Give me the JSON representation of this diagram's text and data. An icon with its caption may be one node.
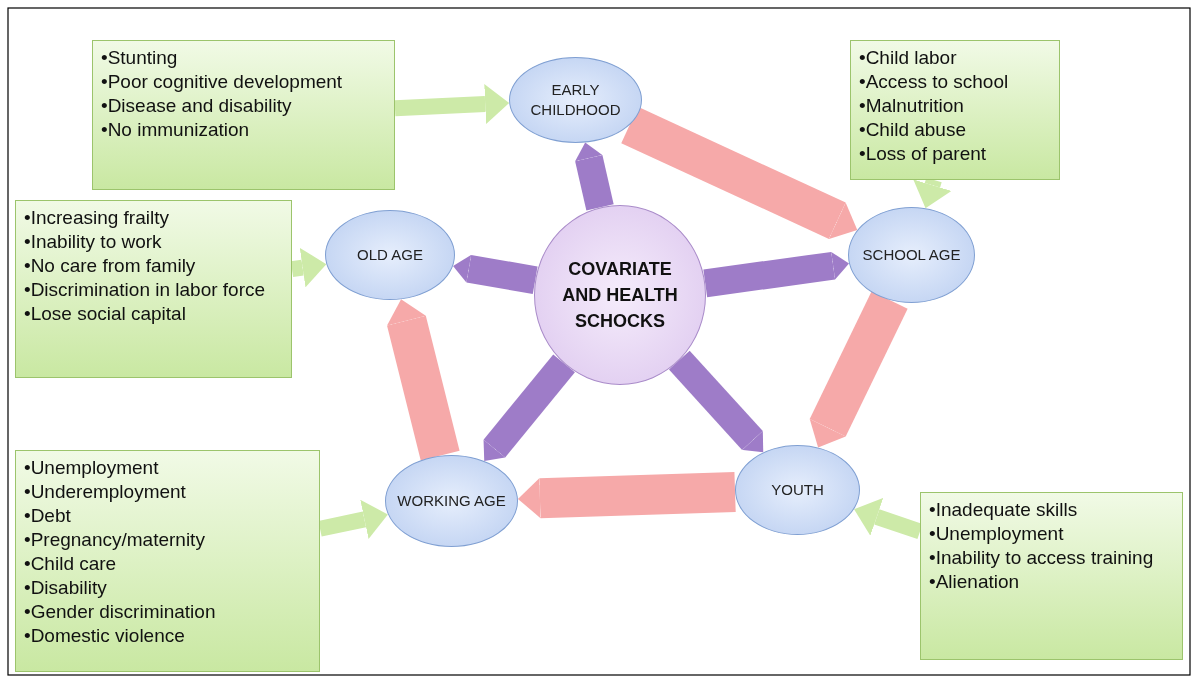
{
  "diagram": {
    "nodes": [
      {
        "text": [
          "•Stunting",
          "•Poor cognitive development",
          "•Disease and disability",
          "•No immunization"
        ]
      },
      {
        "text": [
          "EARLY CHILDHOOD"
        ]
      },
      {
        "text": [
          "•Child labor",
          "•Access to school",
          "•Malnutrition",
          "•Child abuse",
          "•Loss of parent"
        ]
      },
      {
        "text": [
          "•Increasing frailty",
          "•Inability to work",
          "•No care from family",
          "•Discrimination in labor force",
          "•Lose social capital"
        ]
      },
      {
        "text": [
          "OLD AGE"
        ]
      },
      {
        "text": [
          "SCHOOL AGE"
        ]
      },
      {
        "text": [
          "COVARIATE AND HEALTH SCHOCKS"
        ]
      },
      {
        "text": [
          "•Unemployment",
          "•Underemployment",
          "•Debt",
          "•Pregnancy/maternity",
          "•Child care",
          "•Disability",
          "•Gender discrimination",
          "•Domestic violence"
        ]
      },
      {
        "text": [
          "WORKING AGE"
        ]
      },
      {
        "text": [
          "YOUTH"
        ]
      },
      {
        "text": [
          "•Inadequate skills",
          "•Unemployment",
          "•Inability to access training",
          "•Alienation"
        ]
      }
    ],
    "edges": [
      {
        "from": 6,
        "to": 1,
        "arrow": "to",
        "color": "#9e7cc8"
      },
      {
        "from": 6,
        "to": 5,
        "arrow": "to",
        "color": "#9e7cc8"
      },
      {
        "from": 6,
        "to": 9,
        "arrow": "to",
        "color": "#9e7cc8"
      },
      {
        "from": 6,
        "to": 8,
        "arrow": "to",
        "color": "#9e7cc8"
      },
      {
        "from": 6,
        "to": 4,
        "arrow": "to",
        "color": "#9e7cc8"
      },
      {
        "from": 1,
        "to": 5,
        "arrow": "to",
        "color": "#f6a9a9"
      },
      {
        "from": 5,
        "to": 9,
        "arrow": "to",
        "color": "#f6a9a9"
      },
      {
        "from": 9,
        "to": 8,
        "arrow": "to",
        "color": "#f6a9a9"
      },
      {
        "from": 8,
        "to": 4,
        "arrow": "to",
        "color": "#f6a9a9"
      },
      {
        "from": 0,
        "to": 1,
        "arrow": "to",
        "color": "#cdeaa8"
      },
      {
        "from": 2,
        "to": 5,
        "arrow": "to",
        "color": "#cdeaa8"
      },
      {
        "from": 10,
        "to": 9,
        "arrow": "to",
        "color": "#cdeaa8"
      },
      {
        "from": 7,
        "to": 8,
        "arrow": "to",
        "color": "#cdeaa8"
      },
      {
        "from": 3,
        "to": 4,
        "arrow": "to",
        "color": "#cdeaa8"
      }
    ]
  }
}
